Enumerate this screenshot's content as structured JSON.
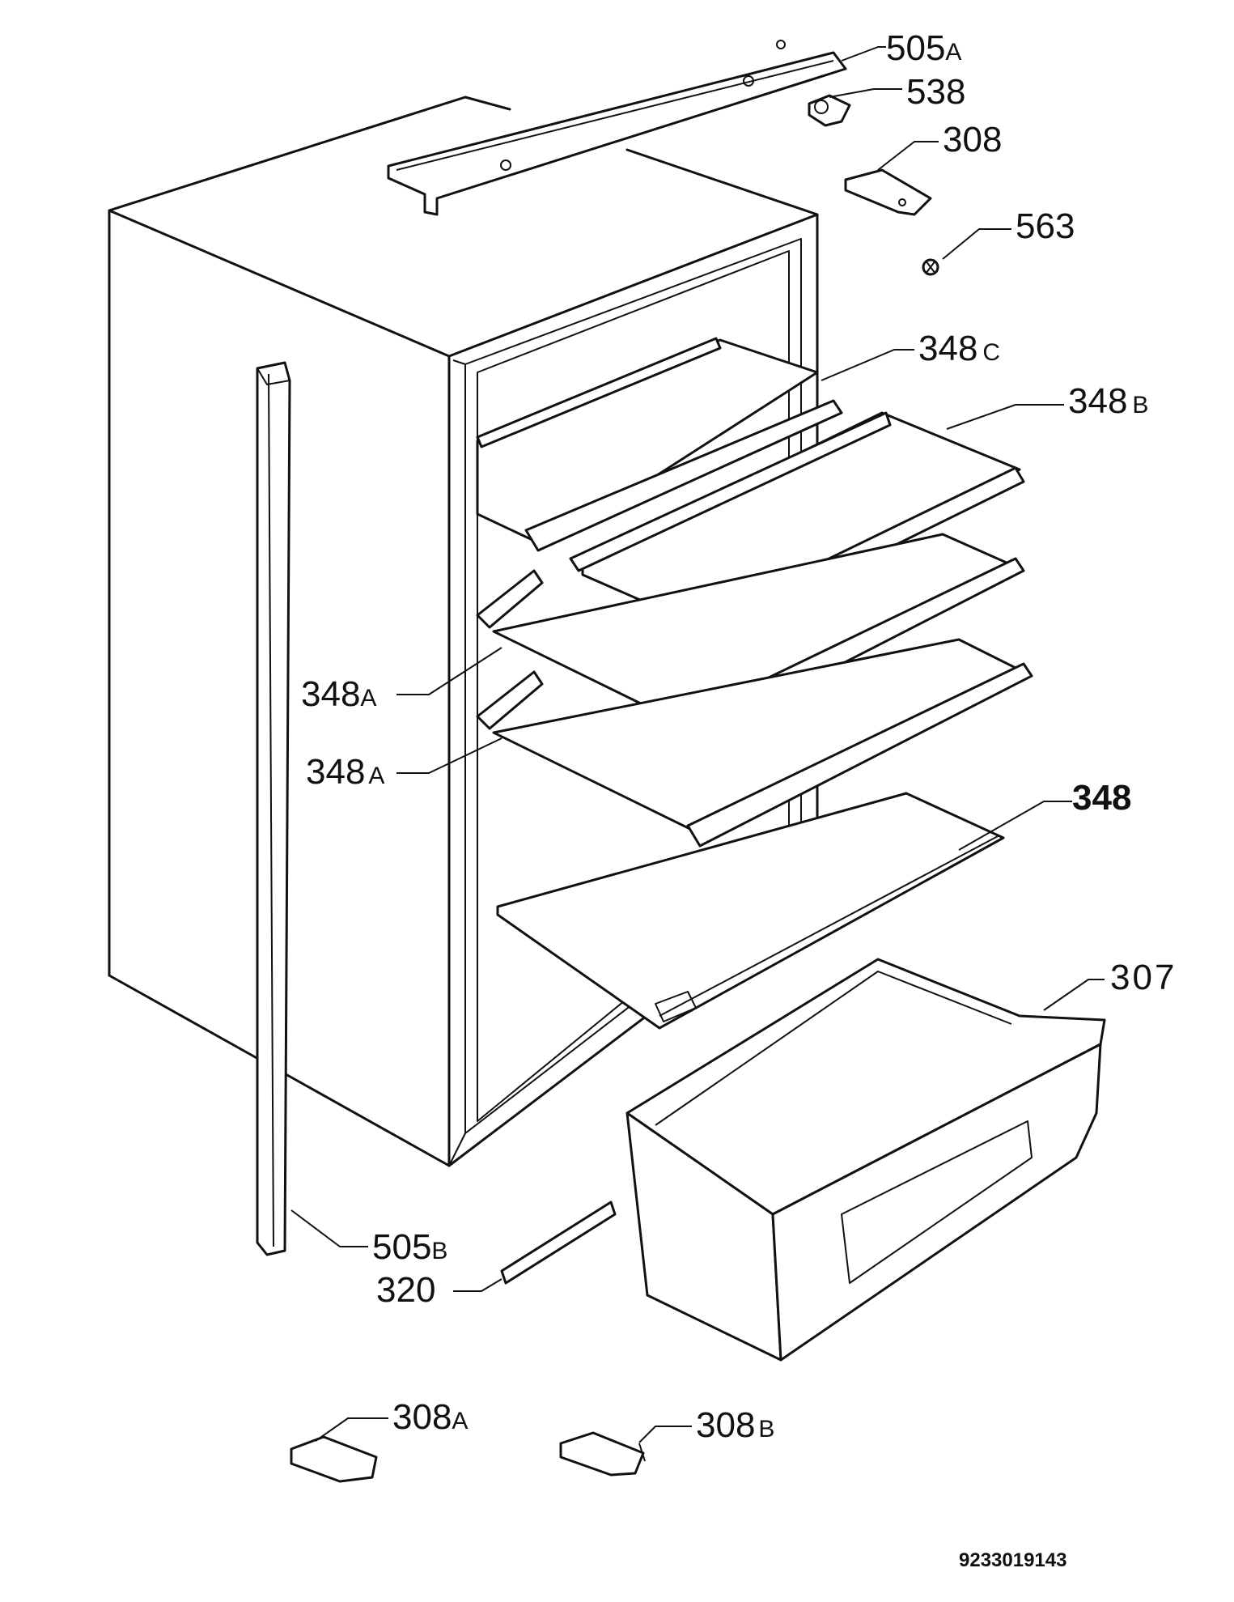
{
  "labels": [
    {
      "id": "505a",
      "num": "505",
      "suf": "A"
    },
    {
      "id": "538",
      "num": "538",
      "suf": ""
    },
    {
      "id": "308",
      "num": "308",
      "suf": ""
    },
    {
      "id": "563",
      "num": "563",
      "suf": ""
    },
    {
      "id": "348c",
      "num": "348",
      "suf": "C"
    },
    {
      "id": "348b",
      "num": "348",
      "suf": "B"
    },
    {
      "id": "348a1",
      "num": "348",
      "suf": "A"
    },
    {
      "id": "348a2",
      "num": "348",
      "suf": "A"
    },
    {
      "id": "348",
      "num": "348",
      "suf": ""
    },
    {
      "id": "307",
      "num": "307",
      "suf": ""
    },
    {
      "id": "505b",
      "num": "505",
      "suf": "B"
    },
    {
      "id": "320",
      "num": "320",
      "suf": ""
    },
    {
      "id": "308a",
      "num": "308",
      "suf": "A"
    },
    {
      "id": "308b",
      "num": "308",
      "suf": "B"
    }
  ],
  "reference": "9233019143"
}
